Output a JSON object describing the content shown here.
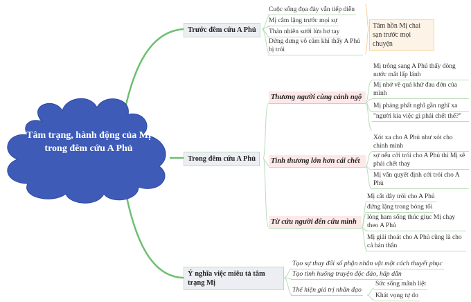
{
  "central": "Tâm trạng, hành động của Mị trong đêm cứu A Phủ",
  "colors": {
    "cloud": "#3e5bb8",
    "branch": "#6cc070",
    "leaf_line": "#b9dcb9",
    "sub_bg": "#fde8e8",
    "summary_bg": "#fdf3e6"
  },
  "branches": [
    {
      "label": "Trước đêm cứu A Phủ",
      "leaves": [
        "Cuộc sống đọa đày vẫn tiếp diễn",
        "Mị câm lặng trước mọi sự",
        "Thản nhiên sưởi lửa hơ tay",
        "Dửng dưng vô cảm khi thấy A Phủ bị trói"
      ],
      "summary": "Tâm hồn Mị chai sạn trước mọi chuyện"
    },
    {
      "label": "Trong đêm cứu A Phủ",
      "subs": [
        {
          "label": "Thương người cùng cảnh ngộ",
          "leaves": [
            "Mị trông sang A Phủ thấy dòng nước mắt lấp lánh",
            "Mị nhớ về quá khứ đau đớn của mình",
            "Mị phảng phất nghĩ gần nghĩ xa",
            "\"người kia việc gì phải chết thế?\""
          ]
        },
        {
          "label": "Tình thương lớn hơn cái chết",
          "leaves": [
            "Xót xa cho A Phủ như xót cho chính mình",
            "sợ nếu cởi trói cho A Phủ thì Mị sẽ phải chết thay",
            "Mị vẫn quyết định cởi trói cho A Phủ"
          ]
        },
        {
          "label": "Từ cứu người đến cứu mình",
          "leaves": [
            "Mị cắt dây trói cho A Phủ",
            "đứng lặng trong bóng tối",
            "lòng ham sống thúc giục Mị chạy theo A Phủ",
            "Mị giải thoát cho A Phủ cũng là cho cả bản thân"
          ]
        }
      ]
    },
    {
      "label": "Ý nghĩa việc miêu tả tâm trạng Mị",
      "leaves": [
        "Tạo sự thay đổi số phận nhân vật một cách thuyết phục",
        "Tạo tình huống truyện độc đáo, hấp dẫn",
        "Thể hiện giá trị nhân đạo"
      ],
      "subleaves": [
        "Sức sống mãnh liệt",
        "Khát vọng tự do"
      ]
    }
  ]
}
